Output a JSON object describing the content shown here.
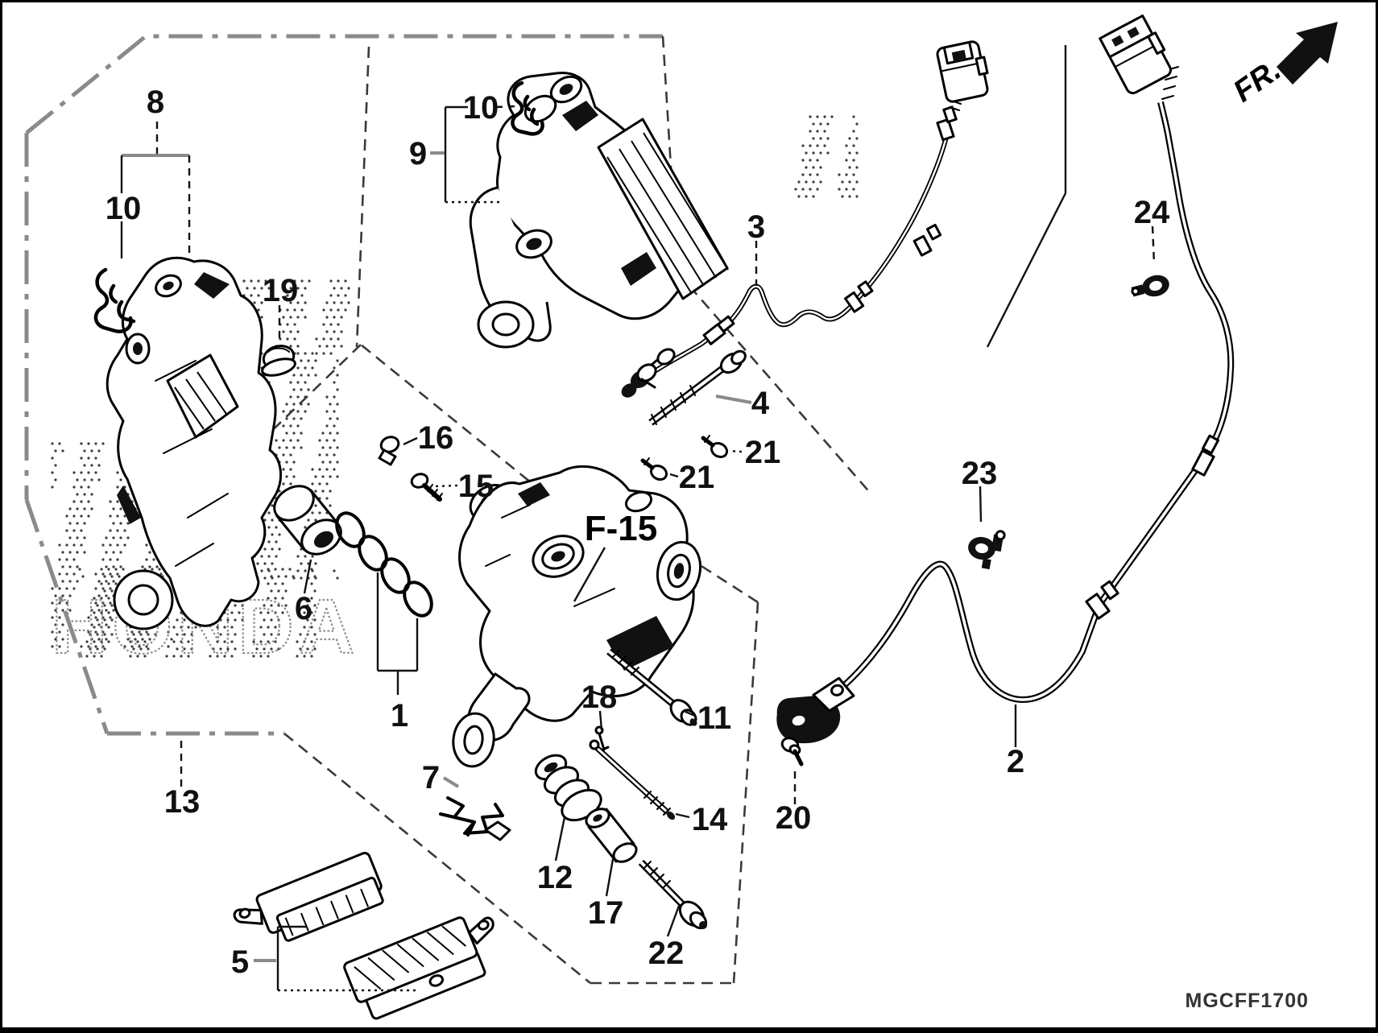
{
  "figure": {
    "watermark": "HONDA",
    "diagram_code": "MGCFF1700",
    "subassembly_ref": "F-15",
    "front_direction_label": "FR."
  },
  "callouts": {
    "c1": "1",
    "c2": "2",
    "c3": "3",
    "c4": "4",
    "c5": "5",
    "c6": "6",
    "c7": "7",
    "c8": "8",
    "c9": "9",
    "c10a": "10",
    "c10b": "10",
    "c11": "11",
    "c12": "12",
    "c13": "13",
    "c14": "14",
    "c15": "15",
    "c16": "16",
    "c17": "17",
    "c18": "18",
    "c19": "19",
    "c20": "20",
    "c21a": "21",
    "c21b": "21",
    "c22": "22",
    "c23": "23",
    "c24": "24"
  }
}
